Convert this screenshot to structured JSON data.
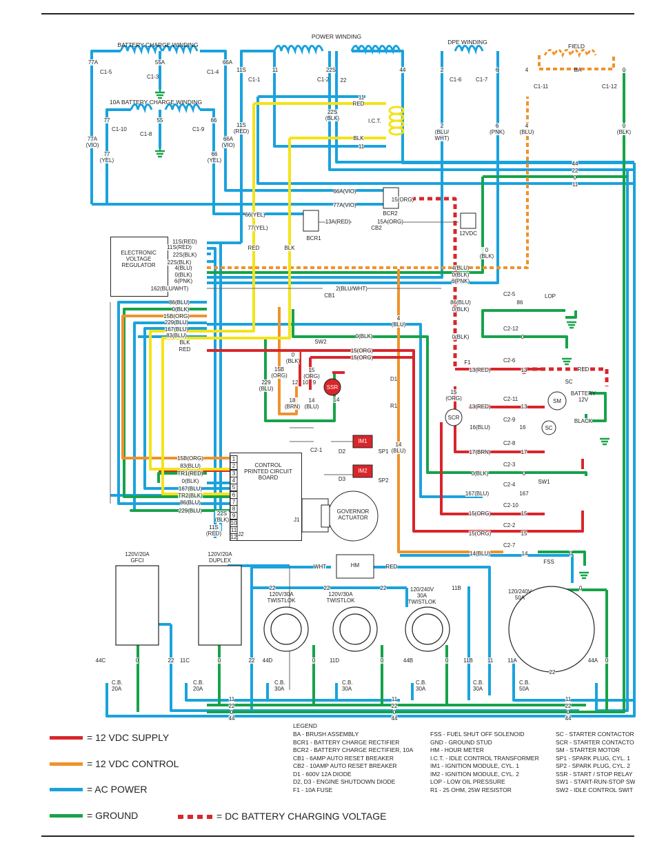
{
  "colors": {
    "supply": "#d8262b",
    "control": "#f0922a",
    "ac_power": "#1aa2dd",
    "ground": "#17a34a",
    "ict": "#f3e318",
    "dc_charging": "#d8262b"
  },
  "top_labels": {
    "battery_charge_winding": "BATTERY CHARGE WINDING",
    "power_winding": "POWER WINDING",
    "dpe_winding": "DPE WINDING",
    "field": "FIELD",
    "ten_a_battery_charge_winding": "10A BATTERY CHARGE WINDING",
    "ba": "BA",
    "ict": "I.C.T."
  },
  "connector_labels": [
    {
      "id": "c1-5",
      "text": "C1-5"
    },
    {
      "id": "c1-3",
      "text": "C1-3"
    },
    {
      "id": "c1-4",
      "text": "C1-4"
    },
    {
      "id": "c1-1",
      "text": "C1-1"
    },
    {
      "id": "c1-2",
      "text": "C1-2"
    },
    {
      "id": "c1-6",
      "text": "C1-6"
    },
    {
      "id": "c1-7",
      "text": "C1-7"
    },
    {
      "id": "c1-11",
      "text": "C1-11"
    },
    {
      "id": "c1-12",
      "text": "C1-12"
    },
    {
      "id": "c1-10",
      "text": "C1-10"
    },
    {
      "id": "c1-8",
      "text": "C1-8"
    },
    {
      "id": "c1-9",
      "text": "C1-9"
    },
    {
      "id": "c2-5",
      "text": "C2-5"
    },
    {
      "id": "c2-12",
      "text": "C2-12"
    },
    {
      "id": "c2-6",
      "text": "C2-6"
    },
    {
      "id": "c2-11",
      "text": "C2-11"
    },
    {
      "id": "c2-9",
      "text": "C2-9"
    },
    {
      "id": "c2-8",
      "text": "C2-8"
    },
    {
      "id": "c2-3",
      "text": "C2-3"
    },
    {
      "id": "c2-4",
      "text": "C2-4"
    },
    {
      "id": "c2-10",
      "text": "C2-10"
    },
    {
      "id": "c2-2",
      "text": "C2-2"
    },
    {
      "id": "c2-7",
      "text": "C2-7"
    },
    {
      "id": "c2-1",
      "text": "C2-1"
    }
  ],
  "wire_labels": [
    {
      "id": "w77a",
      "text": "77A"
    },
    {
      "id": "w55a",
      "text": "55A"
    },
    {
      "id": "w66a",
      "text": "66A"
    },
    {
      "id": "w11s",
      "text": "11S"
    },
    {
      "id": "w11",
      "text": "11"
    },
    {
      "id": "w22s",
      "text": "22S"
    },
    {
      "id": "w22",
      "text": "22"
    },
    {
      "id": "w44",
      "text": "44"
    },
    {
      "id": "w2",
      "text": "2"
    },
    {
      "id": "w6",
      "text": "6"
    },
    {
      "id": "w4",
      "text": "4"
    },
    {
      "id": "w0",
      "text": "0"
    },
    {
      "id": "w11s-red",
      "text": "11S\n(RED)"
    },
    {
      "id": "w22s-blk",
      "text": "22S\n(BLK)"
    },
    {
      "id": "w2-bluwht",
      "text": "2\n(BLU/\nWHT)"
    },
    {
      "id": "w6-pnk",
      "text": "6\n(PNK)"
    },
    {
      "id": "w4-blu",
      "text": "4\n(BLU)"
    },
    {
      "id": "w0-blk",
      "text": "0\n(BLK)"
    },
    {
      "id": "w77",
      "text": "77"
    },
    {
      "id": "w55",
      "text": "55"
    },
    {
      "id": "w66",
      "text": "66"
    },
    {
      "id": "w77a-vio",
      "text": "77A\n(VIO)"
    },
    {
      "id": "w77-yel",
      "text": "77\n(YEL)"
    },
    {
      "id": "w66-yel",
      "text": "66\n(YEL)"
    },
    {
      "id": "w66a-vio",
      "text": "66A\n(VIO)"
    },
    {
      "id": "w11-ict",
      "text": "11"
    },
    {
      "id": "wred-ict",
      "text": "RED"
    },
    {
      "id": "wblk-ict",
      "text": "BLK"
    },
    {
      "id": "w11-ict2",
      "text": "11"
    },
    {
      "id": "w44-r",
      "text": "44"
    },
    {
      "id": "w22-r",
      "text": "22"
    },
    {
      "id": "w0-r",
      "text": "0"
    },
    {
      "id": "w11-r",
      "text": "11"
    },
    {
      "id": "w66a-vio2",
      "text": "66A(VIO)"
    },
    {
      "id": "w77a-vio2",
      "text": "77A(VIO)"
    },
    {
      "id": "w15-org",
      "text": "15(ORG)"
    },
    {
      "id": "w66-yel2",
      "text": "66(YEL)"
    },
    {
      "id": "w77-yel2",
      "text": "77(YEL)"
    },
    {
      "id": "w13a-red",
      "text": "13A(RED)"
    },
    {
      "id": "w15a-org",
      "text": "15A(ORG)"
    },
    {
      "id": "w0-blk-12v",
      "text": "0\n(BLK)"
    },
    {
      "id": "evr-11s",
      "text": "11S(RED)"
    },
    {
      "id": "evr-11s2",
      "text": "11S(RED)"
    },
    {
      "id": "evr-22s",
      "text": "22S(BLK)"
    },
    {
      "id": "evr-22s2",
      "text": "22S(BLK)"
    },
    {
      "id": "evr-4",
      "text": "4(BLU)"
    },
    {
      "id": "evr-0",
      "text": "0(BLK)"
    },
    {
      "id": "evr-6",
      "text": "6(PNK)"
    },
    {
      "id": "evr-162",
      "text": "162(BLU/WHT)"
    },
    {
      "id": "r-4blu",
      "text": "4(BLU)"
    },
    {
      "id": "r-0blk",
      "text": "0(BLK)"
    },
    {
      "id": "r-6pnk",
      "text": "6(PNK)"
    },
    {
      "id": "r-2bluwht",
      "text": "2(BLU/WHT)"
    },
    {
      "id": "wred-v",
      "text": "RED"
    },
    {
      "id": "wblk-v",
      "text": "BLK"
    },
    {
      "id": "l-86blu",
      "text": "86(BLU)"
    },
    {
      "id": "l-0blk",
      "text": "0(BLK)"
    },
    {
      "id": "l-15borg",
      "text": "15B(ORG)"
    },
    {
      "id": "l-229blu",
      "text": "229(BLU)"
    },
    {
      "id": "l-167blu",
      "text": "167(BLU)"
    },
    {
      "id": "l-83blu",
      "text": "83(BLU)"
    },
    {
      "id": "l-blk",
      "text": "BLK"
    },
    {
      "id": "l-red",
      "text": "RED"
    },
    {
      "id": "r-86blu",
      "text": "86(BLU)"
    },
    {
      "id": "r-0blk2",
      "text": "0(BLK)"
    },
    {
      "id": "r-86",
      "text": "86"
    },
    {
      "id": "r-0blk3",
      "text": "0(BLK)"
    },
    {
      "id": "r-0",
      "text": "0"
    },
    {
      "id": "w4blu-mid",
      "text": "4\n(BLU)"
    },
    {
      "id": "w0blk-sw2",
      "text": "0(BLK)"
    },
    {
      "id": "w15org-a",
      "text": "15(ORG)"
    },
    {
      "id": "w15org-b",
      "text": "15(ORG)"
    },
    {
      "id": "w0blk-v",
      "text": "0\n(BLK)"
    },
    {
      "id": "w15b-org",
      "text": "15B\n(ORG)"
    },
    {
      "id": "w229-blu",
      "text": "229\n(BLU)"
    },
    {
      "id": "w15-org-v",
      "text": "15\n(ORG)"
    },
    {
      "id": "w13",
      "text": "13"
    },
    {
      "id": "w14",
      "text": "14"
    },
    {
      "id": "w18-brn",
      "text": "18\n(BRN)"
    },
    {
      "id": "w14-blu",
      "text": "14\n(BLU)"
    },
    {
      "id": "w12",
      "text": "12"
    },
    {
      "id": "w10",
      "text": "10"
    },
    {
      "id": "w9",
      "text": "9"
    },
    {
      "id": "w13red",
      "text": "13(RED)"
    },
    {
      "id": "w13",
      "text": "13"
    },
    {
      "id": "w13red2",
      "text": "13(RED)"
    },
    {
      "id": "w13b",
      "text": "13"
    },
    {
      "id": "w16blu",
      "text": "16(BLU)"
    },
    {
      "id": "w16",
      "text": "16"
    },
    {
      "id": "w17brn",
      "text": "17(BRN)"
    },
    {
      "id": "w17",
      "text": "17"
    },
    {
      "id": "w0blk-sw",
      "text": "0(BLK)"
    },
    {
      "id": "w0-sw",
      "text": "0"
    },
    {
      "id": "w167blu",
      "text": "167(BLU)"
    },
    {
      "id": "w167",
      "text": "167"
    },
    {
      "id": "w15org-c",
      "text": "15(ORG)"
    },
    {
      "id": "w15",
      "text": "15"
    },
    {
      "id": "w15org-d",
      "text": "15(ORG)"
    },
    {
      "id": "w15b",
      "text": "15"
    },
    {
      "id": "w14blu",
      "text": "14(BLU)"
    },
    {
      "id": "w14b",
      "text": "14"
    },
    {
      "id": "w0-fss",
      "text": "0"
    },
    {
      "id": "w15-org-sc",
      "text": "15\n(ORG)"
    },
    {
      "id": "w14blu-v",
      "text": "14\n(BLU)"
    },
    {
      "id": "w-red-bat",
      "text": "RED"
    },
    {
      "id": "w-black-bat",
      "text": "BLACK"
    },
    {
      "id": "cb-15b",
      "text": "15B(ORG)"
    },
    {
      "id": "cb-83",
      "text": "83(BLU)"
    },
    {
      "id": "cb-tr1",
      "text": "TR1(RED)"
    },
    {
      "id": "cb-0",
      "text": "0(BLK)"
    },
    {
      "id": "cb-167",
      "text": "167(BLU)"
    },
    {
      "id": "cb-tr2",
      "text": "TR2(BLK)"
    },
    {
      "id": "cb-86",
      "text": "86(BLU)"
    },
    {
      "id": "cb-229",
      "text": "229(BLU)"
    },
    {
      "id": "cb-22s",
      "text": "22S\n(BLK)"
    },
    {
      "id": "cb-11s",
      "text": "11S\n(RED)"
    },
    {
      "id": "o-wht",
      "text": "WHT"
    },
    {
      "id": "o-red",
      "text": "RED"
    },
    {
      "id": "o-22a",
      "text": "22"
    },
    {
      "id": "o-22b",
      "text": "22"
    },
    {
      "id": "o-22c",
      "text": "22"
    },
    {
      "id": "o-11b",
      "text": "11B"
    },
    {
      "id": "o-0",
      "text": "0"
    },
    {
      "id": "o-44c",
      "text": "44C"
    },
    {
      "id": "o-0a",
      "text": "0"
    },
    {
      "id": "o-22d",
      "text": "22"
    },
    {
      "id": "o-11c",
      "text": "11C"
    },
    {
      "id": "o-0b",
      "text": "0"
    },
    {
      "id": "o-22e",
      "text": "22"
    },
    {
      "id": "o-44d",
      "text": "44D"
    },
    {
      "id": "o-0c",
      "text": "0"
    },
    {
      "id": "o-11d",
      "text": "11D"
    },
    {
      "id": "o-0d",
      "text": "0"
    },
    {
      "id": "o-44b",
      "text": "44B"
    },
    {
      "id": "o-0e",
      "text": "0"
    },
    {
      "id": "o-11b2",
      "text": "11B"
    },
    {
      "id": "o-11",
      "text": "11"
    },
    {
      "id": "o-11a",
      "text": "11A"
    },
    {
      "id": "o-22f",
      "text": "22"
    },
    {
      "id": "o-44a",
      "text": "44A"
    },
    {
      "id": "o-0f",
      "text": "0"
    },
    {
      "id": "bus-11",
      "text": "11"
    },
    {
      "id": "bus-22",
      "text": "22"
    },
    {
      "id": "bus-0",
      "text": "0"
    },
    {
      "id": "bus-44",
      "text": "44"
    },
    {
      "id": "bus-11b",
      "text": "11"
    },
    {
      "id": "bus-22b",
      "text": "22"
    },
    {
      "id": "bus-0b",
      "text": "0"
    },
    {
      "id": "bus-44b",
      "text": "44"
    },
    {
      "id": "bus-11c",
      "text": "11"
    },
    {
      "id": "bus-22c",
      "text": "22"
    },
    {
      "id": "bus-0c",
      "text": "0"
    },
    {
      "id": "bus-44c",
      "text": "44"
    }
  ],
  "components": {
    "evr": "ELECTRONIC\nVOLTAGE\nREGULATOR",
    "cpcb": "CONTROL\nPRINTED CIRCUIT\nBOARD",
    "governor": "GOVERNOR\nACTUATOR",
    "j1": "J1",
    "j2": "J2",
    "hm": "HM",
    "bcr1": "BCR1",
    "bcr2": "BCR2",
    "cb1": "CB1",
    "cb2": "CB2",
    "twelve_vdc": "12VDC",
    "sw2": "SW2",
    "f1": "F1",
    "sc": "SC",
    "sm": "SM",
    "battery": "BATTERY\n12V",
    "lop": "LOP",
    "scr": "SCR",
    "sc_small": "SC",
    "sw1": "SW1",
    "fss": "FSS",
    "ssr": "SSR",
    "d1": "D1",
    "r1": "R1",
    "im1": "IM1",
    "im2": "IM2",
    "d2": "D2",
    "d3": "D3",
    "sp1": "SP1",
    "sp2": "SP2",
    "gfci": "120V/20A\nGFCI",
    "duplex": "120V/20A\nDUPLEX",
    "twistlok1": "120V/30A\nTWISTLOK",
    "twistlok2": "120V/30A\nTWISTLOK",
    "twistlok3": "120/240V\n30A\nTWISTLOK",
    "outlet50": "120/240V\n50A",
    "cb_44c": "C.B.\n20A",
    "cb_11c": "C.B.\n20A",
    "cb_44d": "C.B.\n30A",
    "cb_11d": "C.B.\n30A",
    "cb_44b": "C.B.\n30A",
    "cb_11b": "C.B.\n30A",
    "cb_11a": "C.B.\n50A"
  },
  "cpcb_pins": [
    "1",
    "2",
    "3",
    "4",
    "5",
    "6",
    "7",
    "8",
    "9",
    "10",
    "11",
    "12"
  ],
  "legend": {
    "items": [
      {
        "label": "= 12 VDC SUPPLY"
      },
      {
        "label": "= 12 VDC CONTROL"
      },
      {
        "label": "= AC POWER"
      },
      {
        "label": "= GROUND"
      },
      {
        "label": "= DC BATTERY CHARGING VOLTAGE"
      }
    ],
    "title": "LEGEND",
    "col1": [
      "BA - BRUSH ASSEMBLY",
      "BCR1 - BATTERY CHARGE RECTIFIER",
      "BCR2 - BATTERY CHARGE RECTIFIER, 10A",
      "CB1 - 6AMP AUTO RESET BREAKER",
      "CB2 - 10AMP AUTO RESET BREAKER",
      "D1 - 600V 12A DIODE",
      "D2, D3 - ENGINE SHUTDOWN DIODE",
      "F1 - 10A FUSE"
    ],
    "col2": [
      "FSS - FUEL SHUT OFF SOLENOID",
      "GND - GROUND STUD",
      "HM - HOUR METER",
      "I.C.T. - IDLE CONTROL TRANSFORMER",
      "IM1 - IGNITION MODULE, CYL. 1",
      "IM2 - IGNITION MODULE, CYL. 2",
      "LOP - LOW OIL PRESSURE",
      "R1 - 25 OHM, 25W RESISTOR"
    ],
    "col3": [
      "SC - STARTER CONTACTOR",
      "SCR - STARTER CONTACTO",
      "SM - STARTER MOTOR",
      "SP1 - SPARK PLUG, CYL. 1",
      "SP2 - SPARK PLUG, CYL. 2",
      "SSR - START / STOP RELAY",
      "SW1 - START-RUN-STOP SW",
      "SW2 - IDLE CONTROL SWIT"
    ]
  }
}
